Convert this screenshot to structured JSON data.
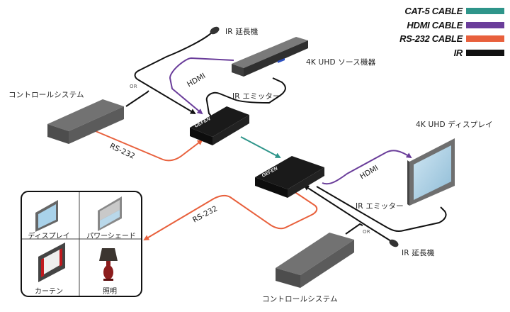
{
  "legend": [
    {
      "label": "CAT-5 CABLE",
      "color": "#2e958a"
    },
    {
      "label": "HDMI CABLE",
      "color": "#6a3d9a"
    },
    {
      "label": "RS-232 CABLE",
      "color": "#e8603c"
    },
    {
      "label": "IR",
      "color": "#111111"
    }
  ],
  "labels": {
    "ir_extender_top": "IR 延長機",
    "uhd_source": "4K UHD ソース機器",
    "control_system_left": "コントロールシステム",
    "hdmi_top": "HDMI",
    "ir_emitter_top": "IR エミッター",
    "or_top": "OR",
    "rs232_top": "RS-232",
    "uhd_display": "4K UHD ディスプレイ",
    "hdmi_right": "HDMI",
    "ir_emitter_bottom": "IR エミッター",
    "or_bottom": "OR",
    "ir_extender_bottom": "IR 延長機",
    "rs232_bottom": "RS-232",
    "control_system_bottom": "コントロールシステム",
    "brand_sender": "GEFEN",
    "brand_receiver": "GEFEN"
  },
  "devices": {
    "grid": [
      {
        "label": "ディスプレイ",
        "icon": "display-icon"
      },
      {
        "label": "パワーシェード",
        "icon": "power-shade-icon"
      },
      {
        "label": "カーテン",
        "icon": "curtain-icon"
      },
      {
        "label": "照明",
        "icon": "lamp-icon"
      }
    ]
  }
}
